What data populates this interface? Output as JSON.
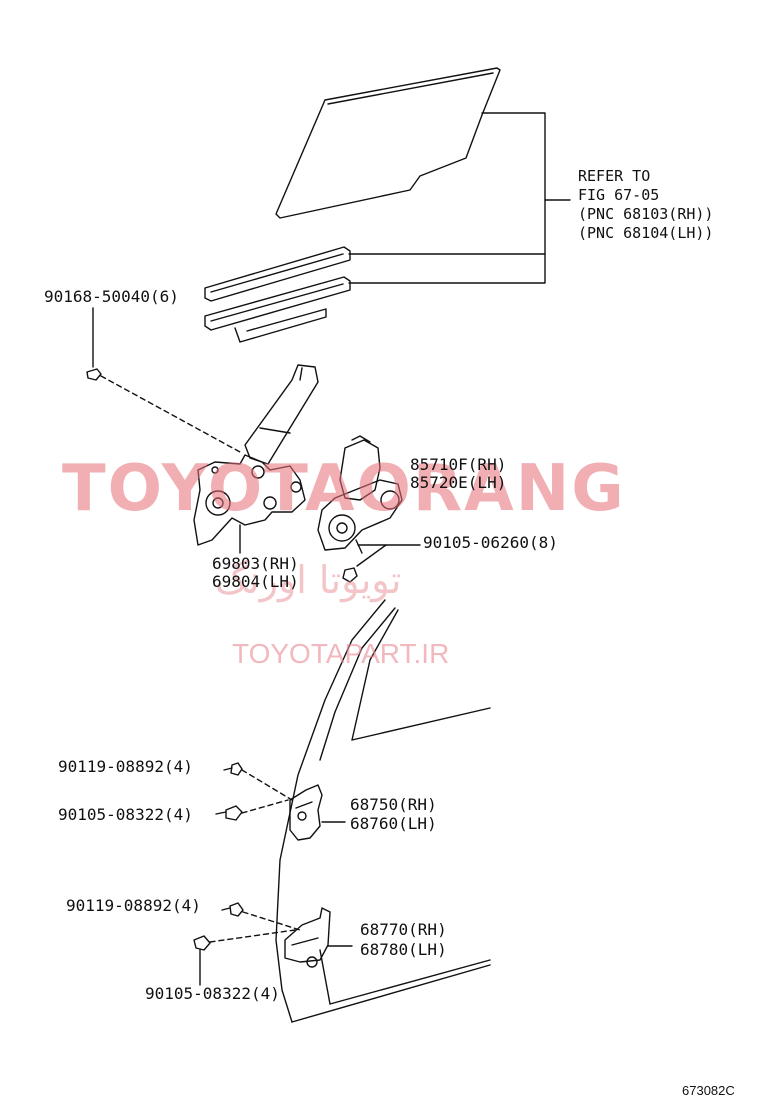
{
  "refer": {
    "line1": "REFER TO",
    "line2": "FIG 67-05",
    "line3": "(PNC 68103(RH))",
    "line4": "(PNC 68104(LH))"
  },
  "parts": {
    "screw_top": "90168-50040(6)",
    "motor_rh": "85710F(RH)",
    "motor_lh": "85720E(LH)",
    "bolt_motor": "90105-06260(8)",
    "regulator_rh": "69803(RH)",
    "regulator_lh": "69804(LH)",
    "bolt_upper_hinge_a": "90119-08892(4)",
    "bolt_upper_hinge_b": "90105-08322(4)",
    "upper_hinge_rh": "68750(RH)",
    "upper_hinge_lh": "68760(LH)",
    "bolt_lower_hinge_a": "90119-08892(4)",
    "bolt_lower_hinge_b": "90105-08322(4)",
    "lower_hinge_rh": "68770(RH)",
    "lower_hinge_lh": "68780(LH)"
  },
  "watermark": {
    "brand": "TOYOTAORANG",
    "persian": "تویوتا اورنگ",
    "url": "TOYOTAPART.IR"
  },
  "figure_code": "673082C",
  "colors": {
    "line": "#111111",
    "watermark": "#e66f78"
  }
}
